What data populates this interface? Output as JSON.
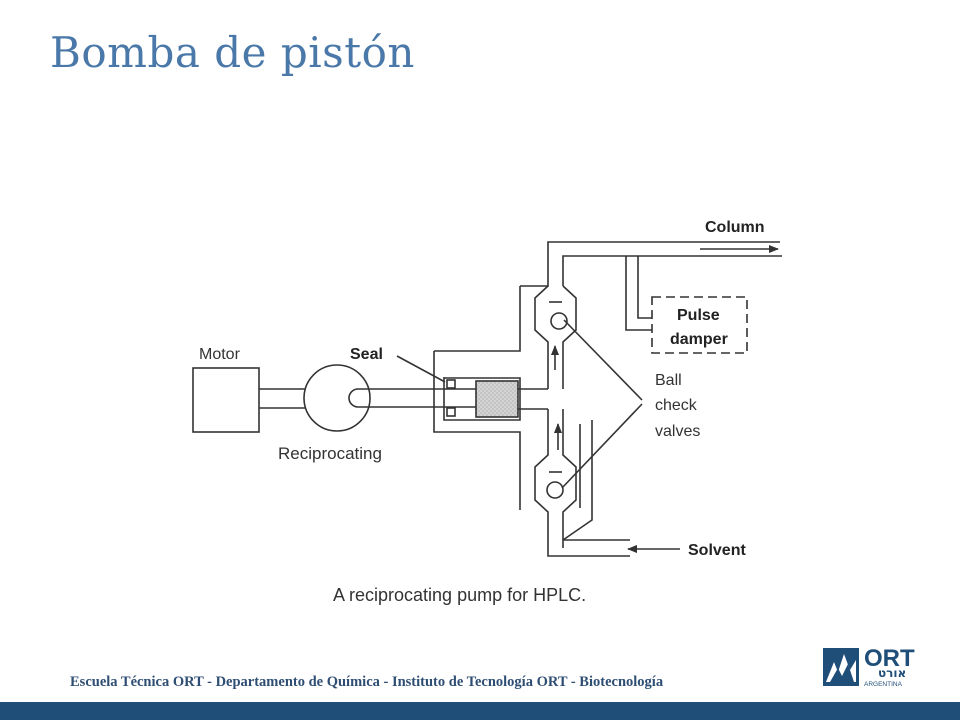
{
  "slide": {
    "title": "Bomba de pistón"
  },
  "diagram": {
    "labels": {
      "motor": "Motor",
      "seal": "Seal",
      "reciprocating": "Reciprocating",
      "column": "Column",
      "pulse": "Pulse",
      "damper": "damper",
      "ball": "Ball",
      "check": "check",
      "valves": "valves",
      "solvent": "Solvent"
    },
    "caption": "A reciprocating pump for HPLC."
  },
  "footer": {
    "text": "Escuela Técnica ORT - Departamento de Química - Instituto de Tecnología ORT - Biotecnología",
    "logo": {
      "name": "ORT",
      "hebrew": "אורט",
      "country": "ARGENTINA"
    },
    "bar_color": "#1f4e79"
  },
  "colors": {
    "title": "#4a78a8",
    "footer_text": "#2f4e73"
  }
}
